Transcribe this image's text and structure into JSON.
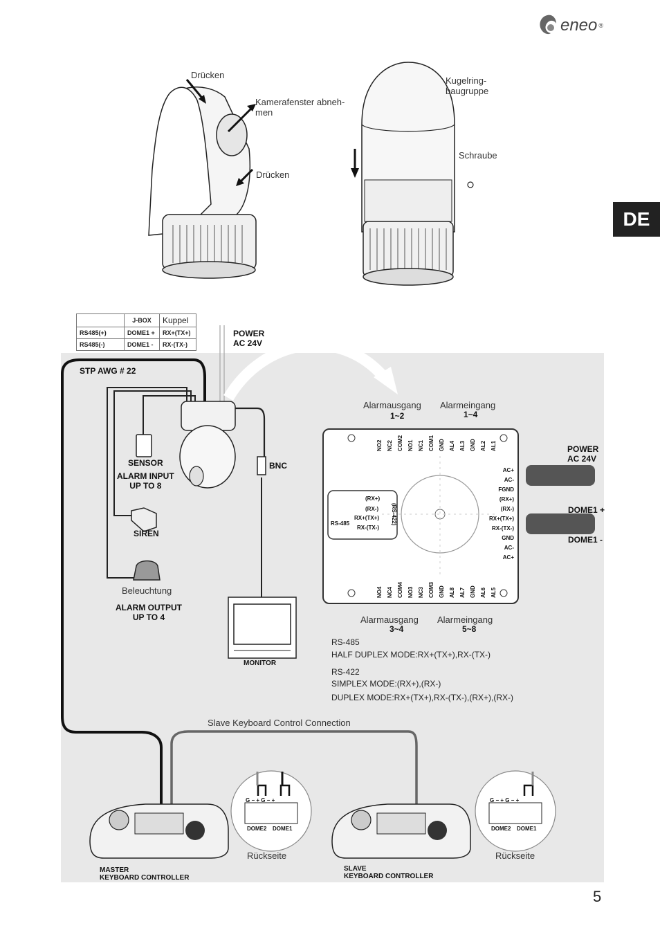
{
  "header": {
    "brand": "eneo",
    "trademark": "®",
    "lang_tab": "DE",
    "page_number": "5"
  },
  "top_figures": {
    "left": {
      "press_top": "Drücken",
      "remove_window": "Kamerafenster abneh-\nmen",
      "press_bottom": "Drücken"
    },
    "right": {
      "ring_assembly": "Kugelring-\nbaugruppe",
      "screw": "Schraube"
    }
  },
  "jbox_table": {
    "headers": [
      "",
      "J-BOX",
      "Kuppel"
    ],
    "rows": [
      [
        "RS485(+)",
        "DOME1 +",
        "RX+(TX+)"
      ],
      [
        "RS485(-)",
        "DOME1 -",
        "RX-(TX-)"
      ]
    ]
  },
  "wiring": {
    "power_label": "POWER\nAC 24V",
    "cable": "STP AWG # 22",
    "sensor": "SENSOR",
    "alarm_input": "ALARM INPUT\nUP TO 8",
    "siren": "SIREN",
    "light": "Beleuchtung",
    "alarm_output": "ALARM OUTPUT\nUP TO 4",
    "bnc": "BNC",
    "monitor": "MONITOR"
  },
  "terminal_panel": {
    "alarm_out_top": "Alarmausgang",
    "alarm_out_top_range": "1~2",
    "alarm_in_top": "Alarmeingang",
    "alarm_in_top_range": "1~4",
    "alarm_out_bottom": "Alarmausgang",
    "alarm_out_bottom_range": "3~4",
    "alarm_in_bottom": "Alarmeingang",
    "alarm_in_bottom_range": "5~8",
    "top_pins": [
      "NO2",
      "NC2",
      "COM2",
      "NO1",
      "NC1",
      "COM1",
      "GND",
      "AL4",
      "AL3",
      "GND",
      "AL2",
      "AL1"
    ],
    "bottom_pins": [
      "NO4",
      "NC4",
      "COM4",
      "NO3",
      "NC3",
      "COM3",
      "GND",
      "AL8",
      "AL7",
      "GND",
      "AL6",
      "AL5"
    ],
    "right_pins": [
      "AC+",
      "AC-",
      "FGND",
      "(RX+)",
      "(RX-)",
      "RX+(TX+)",
      "RX-(TX-)",
      "GND",
      "AC-",
      "AC+"
    ],
    "rs_box": {
      "rs485": "RS-485",
      "rs422": "(RS-422)",
      "pins": [
        "(RX+)",
        "(RX-)",
        "RX+(TX+)",
        "RX-(TX-)"
      ]
    },
    "power_right": "POWER\nAC 24V",
    "dome_plus": "DOME1 +",
    "dome_minus": "DOME1 -"
  },
  "notes": {
    "rs485_title": "RS-485",
    "rs485_mode": "HALF DUPLEX MODE:RX+(TX+),RX-(TX-)",
    "rs422_title": "RS-422",
    "rs422_simplex": "SIMPLEX MODE:(RX+),(RX-)",
    "rs422_duplex": "DUPLEX MODE:RX+(TX+),RX-(TX-),(RX+),(RX-)"
  },
  "keyboards": {
    "slave_connection": "Slave Keyboard Control Connection",
    "rear_left": "Rückseite",
    "rear_right": "Rückseite",
    "master": "MASTER\nKEYBOARD CONTROLLER",
    "slave": "SLAVE\nKEYBOARD CONTROLLER",
    "term_dome2": "DOME2",
    "term_dome1": "DOME1",
    "term_signs": "G − + G − +"
  }
}
